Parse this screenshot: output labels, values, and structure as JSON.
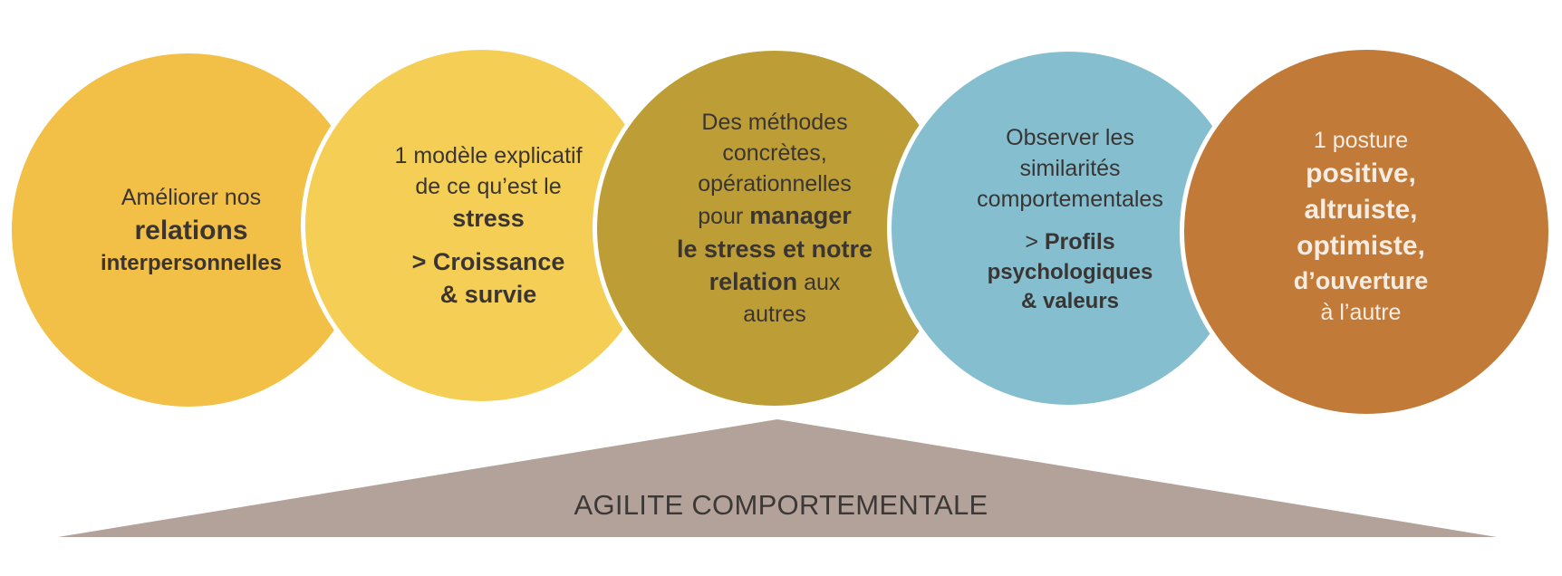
{
  "colors": {
    "circle1": "#f2bf47",
    "circle2": "#f5cf55",
    "circle3": "#bd9e36",
    "circle4": "#85bfcf",
    "circle5": "#c17a38",
    "base": "#b3a29a"
  },
  "circles": [
    {
      "line1": "Améliorer nos",
      "line2": "relations",
      "line3": "interpersonnelles"
    },
    {
      "line1": "1 modèle explicatif",
      "line2": "de ce qu’est le",
      "line3": "stress",
      "line4": "> Croissance",
      "line5": "& survie"
    },
    {
      "line1": "Des méthodes",
      "line2": "concrètes,",
      "line3": "opérationnelles",
      "line4a": "pour ",
      "line4b": "manager",
      "line5": "le stress et notre",
      "line6a": "relation",
      "line6b": " aux",
      "line7": "autres"
    },
    {
      "line1": "Observer les",
      "line2": "similarités",
      "line3": "comportementales",
      "line4a": "> ",
      "line4b": "Profils",
      "line5": "psychologiques",
      "line6": "& valeurs"
    },
    {
      "line1": "1 posture",
      "line2": "positive,",
      "line3": "altruiste,",
      "line4": "optimiste,",
      "line5": "d’ouverture",
      "line6": "à l’autre"
    }
  ],
  "base": {
    "label": "AGILITE COMPORTEMENTALE"
  }
}
